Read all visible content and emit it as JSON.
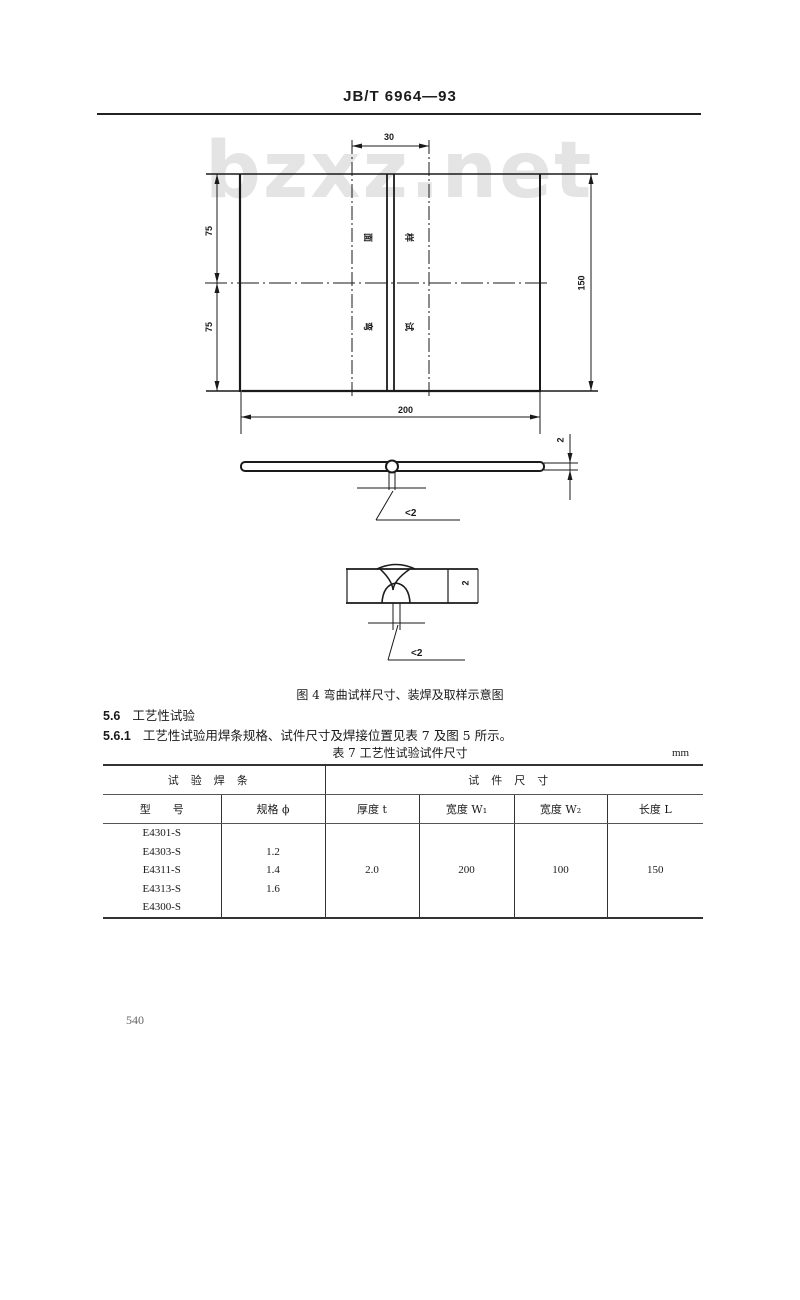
{
  "header": {
    "standard_number": "JB/T 6964—93"
  },
  "watermark": "bzxz.net",
  "figure4": {
    "caption": "图 4  弯曲试样尺寸、装焊及取样示意图",
    "dimensions": {
      "strip_width": "30",
      "half_height_top": "75",
      "half_height_bottom": "75",
      "total_height": "150",
      "total_width": "200",
      "thickness": "2",
      "gap": "<2",
      "detail_thickness": "2",
      "detail_gap": "<2"
    },
    "strip_labels": {
      "left_top": "面",
      "left_bottom": "弯",
      "right_top": "样",
      "right_bottom": "试"
    }
  },
  "sections": [
    {
      "number": "5.6",
      "text": "工艺性试验"
    },
    {
      "number": "5.6.1",
      "text": "工艺性试验用焊条规格、试件尺寸及焊接位置见表 7 及图 5 所示。"
    }
  ],
  "table7": {
    "title": "表 7  工艺性试验试件尺寸",
    "unit": "mm",
    "group_headers": [
      "试验焊条",
      "试件尺寸"
    ],
    "columns": [
      "型　　号",
      "规格 ϕ",
      "厚度 t",
      "宽度 W₁",
      "宽度 W₂",
      "长度 L"
    ],
    "rows": {
      "models": [
        "E4301-S",
        "E4303-S",
        "E4311-S",
        "E4313-S",
        "E4300-S"
      ],
      "specs": [
        "",
        "1.2",
        "1.4",
        "1.6",
        ""
      ],
      "thickness_t": "2.0",
      "width_w1": "200",
      "width_w2": "100",
      "length_l": "150"
    }
  },
  "footer": {
    "page_number": "540"
  }
}
